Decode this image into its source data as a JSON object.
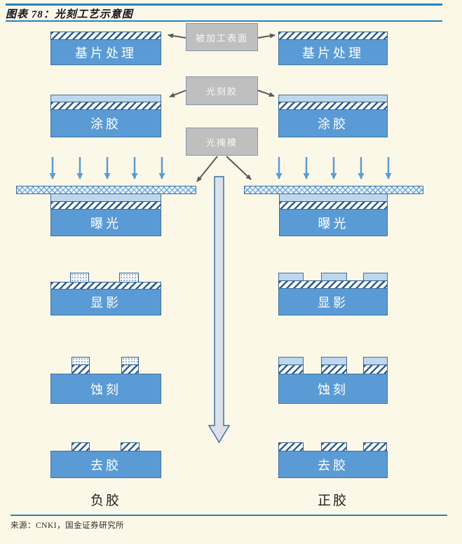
{
  "figure": {
    "title": "图表 78：光刻工艺示意图",
    "source": "来源：CNKI，国金证券研究所"
  },
  "diagram": {
    "annotations": {
      "surface": "被加工表面",
      "photoresist": "光刻胶",
      "photomask": "光掩模"
    },
    "negative": {
      "label": "负胶",
      "steps": [
        "基片处理",
        "涂胶",
        "曝光",
        "显影",
        "蚀刻",
        "去胶"
      ]
    },
    "positive": {
      "label": "正胶",
      "steps": [
        "基片处理",
        "涂胶",
        "曝光",
        "显影",
        "蚀刻",
        "去胶"
      ]
    },
    "colors": {
      "substrate_blue": "#5B9BD5",
      "photoresist_light_blue": "#BDD7EE",
      "hatch_stroke_blue": "#2F5F8F",
      "annotation_gray_fill": "#BFBFBF",
      "arrow_gray": "#595959",
      "frame_line_blue": "#2383BE",
      "background_cream": "#FCF8E8"
    }
  }
}
